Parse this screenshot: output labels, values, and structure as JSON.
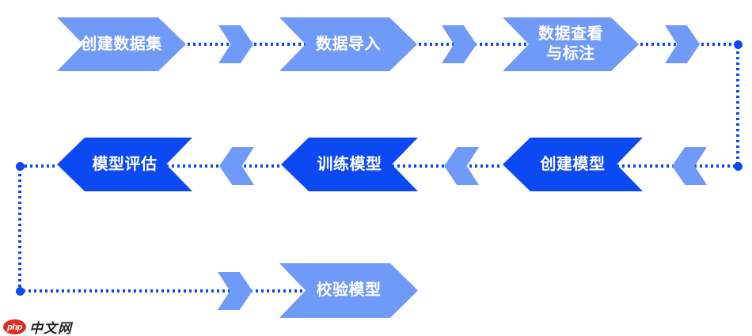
{
  "diagram": {
    "description": "ML workflow flowchart",
    "steps": [
      {
        "id": "create-dataset",
        "label": "创建数据集",
        "style": "light",
        "direction": "right",
        "row": 1
      },
      {
        "id": "data-import",
        "label": "数据导入",
        "style": "light",
        "direction": "right",
        "row": 1
      },
      {
        "id": "data-view-annotate",
        "label": "数据查看",
        "label2": "与标注",
        "style": "light",
        "direction": "right",
        "row": 1
      },
      {
        "id": "create-model",
        "label": "创建模型",
        "style": "dark",
        "direction": "left",
        "row": 2
      },
      {
        "id": "train-model",
        "label": "训练模型",
        "style": "dark",
        "direction": "left",
        "row": 2
      },
      {
        "id": "evaluate-model",
        "label": "模型评估",
        "style": "dark",
        "direction": "left",
        "row": 2
      },
      {
        "id": "validate-model",
        "label": "校验模型",
        "style": "light",
        "direction": "right",
        "row": 3
      }
    ],
    "flow_order": [
      "创建数据集",
      "数据导入",
      "数据查看与标注",
      "创建模型",
      "训练模型",
      "模型评估",
      "校验模型"
    ]
  },
  "colors": {
    "step_light_blue": "#6F9AF7",
    "step_dark_blue": "#0C49F2",
    "connector_blue": "#0C49F2",
    "step_text": "#FFFFFF",
    "background": "#FFFFFF",
    "logo_red": "#DE2B1F",
    "logo_text": "#262626"
  },
  "watermark": {
    "badge_label": "php",
    "site_label": "中文网"
  }
}
